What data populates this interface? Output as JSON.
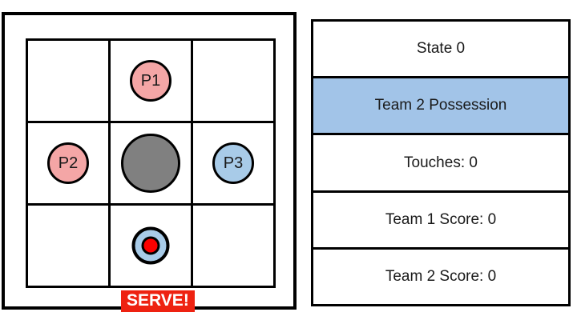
{
  "court": {
    "label": "volleyball-court-grid",
    "rows": 3,
    "cols": 3,
    "cells": [
      {
        "id": "cell-0-0",
        "occupant": null,
        "label": ""
      },
      {
        "id": "cell-0-1",
        "occupant": "player",
        "label": "P1",
        "team": 1
      },
      {
        "id": "cell-0-2",
        "occupant": null,
        "label": ""
      },
      {
        "id": "cell-1-0",
        "occupant": "player",
        "label": "P2",
        "team": 1
      },
      {
        "id": "cell-1-1",
        "occupant": "net",
        "label": ""
      },
      {
        "id": "cell-1-2",
        "occupant": "player",
        "label": "P3",
        "team": 2
      },
      {
        "id": "cell-2-0",
        "occupant": null,
        "label": ""
      },
      {
        "id": "cell-2-1",
        "occupant": "ball",
        "label": ""
      },
      {
        "id": "cell-2-2",
        "occupant": null,
        "label": ""
      }
    ],
    "serve_badge": "SERVE!"
  },
  "status": {
    "rows": [
      {
        "text": "State 0",
        "highlight": false
      },
      {
        "text": "Team 2 Possession",
        "highlight": true
      },
      {
        "text": "Touches: 0",
        "highlight": false
      },
      {
        "text": "Team 1 Score: 0",
        "highlight": false
      },
      {
        "text": "Team 2 Score: 0",
        "highlight": false
      }
    ]
  },
  "colors": {
    "team1": "#f4a6a6",
    "team2": "#a8cbe8",
    "net": "#808080",
    "ball_core": "#fb0000",
    "highlight": "#a2c4e8",
    "serve_badge_bg": "#ee2211",
    "outline": "#000000"
  }
}
